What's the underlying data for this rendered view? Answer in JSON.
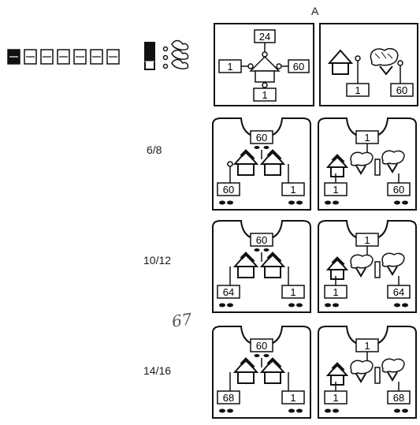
{
  "header": {
    "column_label": "A"
  },
  "gauge": {
    "total_cells": 7,
    "filled_cells": 1
  },
  "rows": [
    {
      "size": "",
      "left": {
        "top": "24",
        "left": "1",
        "right": "60",
        "bottom": "1"
      },
      "right": {
        "a": "1",
        "b": "60"
      }
    },
    {
      "size": "6/8",
      "left": {
        "top": "60",
        "left": "60",
        "right": "1"
      },
      "right": {
        "top": "1",
        "left": "1",
        "right": "60"
      }
    },
    {
      "size": "10/12",
      "left": {
        "top": "60",
        "left": "64",
        "right": "1"
      },
      "right": {
        "top": "1",
        "left": "1",
        "right": "64"
      }
    },
    {
      "size": "14/16",
      "left": {
        "top": "60",
        "left": "68",
        "right": "1"
      },
      "right": {
        "top": "1",
        "left": "1",
        "right": "68"
      }
    }
  ],
  "annotation": {
    "handwritten": "67"
  }
}
